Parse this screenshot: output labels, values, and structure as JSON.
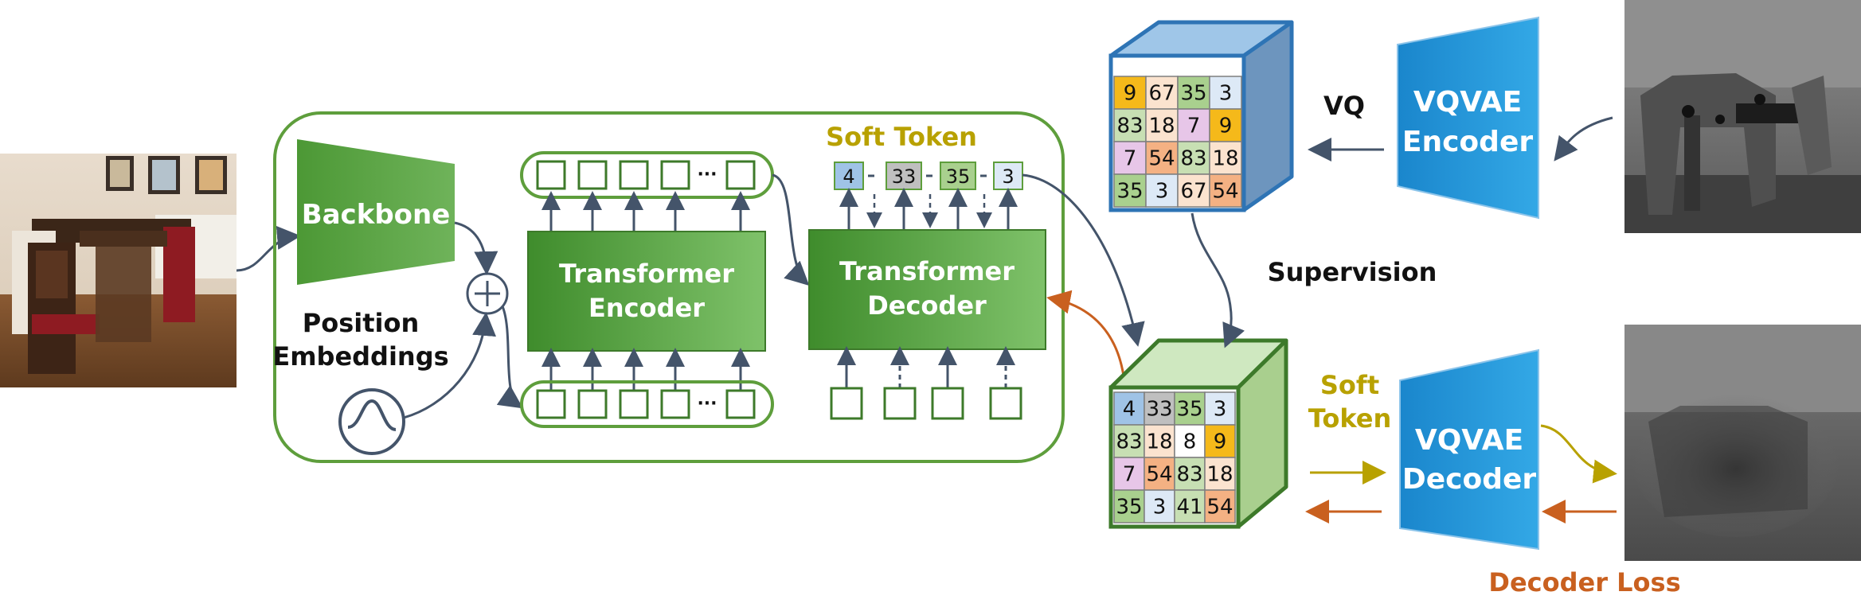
{
  "labels": {
    "backbone": "Backbone",
    "position_line1": "Position",
    "position_line2": "Embeddings",
    "enc_line1": "Transformer",
    "enc_line2": "Encoder",
    "dec_line1": "Transformer",
    "dec_line2": "Decoder",
    "soft_token_top": "Soft Token",
    "soft_token_right_line1": "Soft",
    "soft_token_right_line2": "Token",
    "vq": "VQ",
    "supervision": "Supervision",
    "vqvae_enc_line1": "VQVAE",
    "vqvae_enc_line2": "Encoder",
    "vqvae_dec_line1": "VQVAE",
    "vqvae_dec_line2": "Decoder",
    "decoder_loss": "Decoder Loss",
    "ellipsis": "···"
  },
  "soft_tokens": [
    "4",
    "33",
    "35",
    "3"
  ],
  "grid_top": [
    [
      "9",
      "67",
      "35",
      "3"
    ],
    [
      "83",
      "18",
      "7",
      "9"
    ],
    [
      "7",
      "54",
      "83",
      "18"
    ],
    [
      "35",
      "3",
      "67",
      "54"
    ]
  ],
  "grid_bottom": [
    [
      "4",
      "33",
      "35",
      "3"
    ],
    [
      "83",
      "18",
      "8",
      "9"
    ],
    [
      "7",
      "54",
      "83",
      "18"
    ],
    [
      "35",
      "3",
      "41",
      "54"
    ]
  ],
  "colors": {
    "green_frame": "#5e9e3c",
    "green_block": "#4f9a38",
    "vqvae_blue": "#1f95d6",
    "cube_top_blue": "#9fc6e8",
    "cube_side_blue": "#6d95be",
    "cube_top_green": "#cfe8c0",
    "cube_side_green": "#a9cf8e",
    "arrow_slate": "#44546a",
    "arrow_orange": "#c9601f",
    "arrow_gold": "#b8a100"
  }
}
